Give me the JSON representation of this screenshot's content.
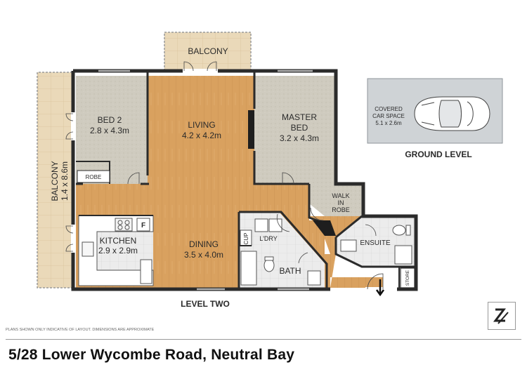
{
  "rooms": {
    "balcony_top": {
      "name": "BALCONY"
    },
    "balcony_left": {
      "name": "BALCONY",
      "size": "1.4 x 8.6m"
    },
    "bed2": {
      "name": "BED 2",
      "size": "2.8 x 4.3m"
    },
    "robe": {
      "name": "ROBE"
    },
    "living": {
      "name": "LIVING",
      "size": "4.2 x 4.2m"
    },
    "master": {
      "name1": "MASTER",
      "name2": "BED",
      "size": "3.2 x 4.3m"
    },
    "walkin": {
      "line1": "WALK",
      "line2": "IN",
      "line3": "ROBE"
    },
    "kitchen": {
      "name": "KITCHEN",
      "size": "2.9 x 2.9m",
      "fridge": "F"
    },
    "dining": {
      "name": "DINING",
      "size": "3.5 x 4.0m"
    },
    "cup": {
      "name": "CUP"
    },
    "laundry": {
      "name": "L'DRY"
    },
    "bath": {
      "name": "BATH"
    },
    "ensuite": {
      "name": "ENSUITE"
    },
    "store": {
      "name": "STORE"
    }
  },
  "car_space": {
    "line1": "COVERED",
    "line2": "CAR SPACE",
    "size": "5.1 x 2.6m"
  },
  "labels": {
    "ground_level": "GROUND LEVEL",
    "level_two": "LEVEL TWO",
    "disclaimer": "PLANS SHOWN ONLY INDICATIVE OF LAYOUT. DIMENSIONS ARE APPROXIMATE",
    "address": "5/28 Lower Wycombe Road, Neutral Bay"
  },
  "colors": {
    "wood_floor": "#d9a15f",
    "carpet": "#cfcbbf",
    "tile_wet": "#e9e9e9",
    "balcony_tile": "#ead9b9",
    "wall": "#2b2b2b",
    "car_pad": "#cfd3d6"
  },
  "logo": {
    "icon": "brand-logo-icon"
  }
}
